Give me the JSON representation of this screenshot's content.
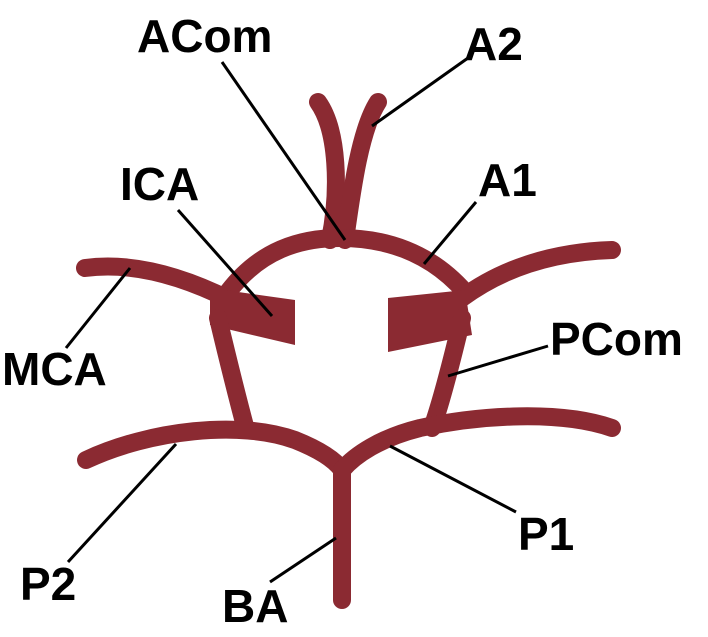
{
  "labels": {
    "acom": "ACom",
    "a2": "A2",
    "a1": "A1",
    "ica": "ICA",
    "mca": "MCA",
    "pcom": "PCom",
    "p1": "P1",
    "p2": "P2",
    "ba": "BA"
  },
  "colors": {
    "vessel": "#8b2a32",
    "vessel_highlight": "#a7454c",
    "text": "#000000",
    "background": "#ffffff"
  }
}
